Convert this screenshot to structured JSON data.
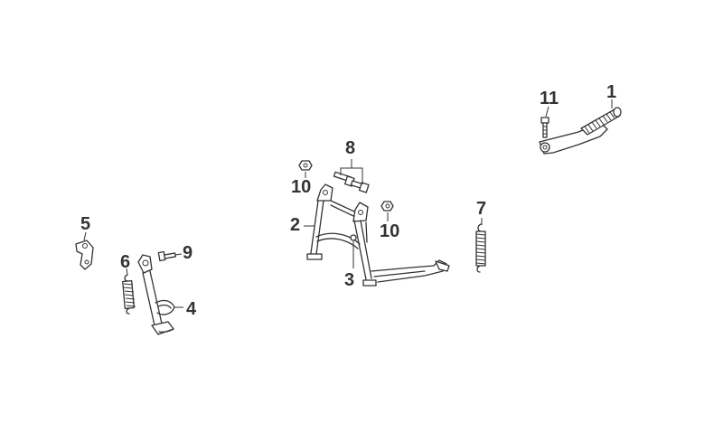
{
  "diagram": {
    "callouts": {
      "c1": "1",
      "c2": "2",
      "c3": "3",
      "c4": "4",
      "c5": "5",
      "c6": "6",
      "c7": "7",
      "c8": "8",
      "c9": "9",
      "c10a": "10",
      "c10b": "10",
      "c11": "11"
    }
  }
}
